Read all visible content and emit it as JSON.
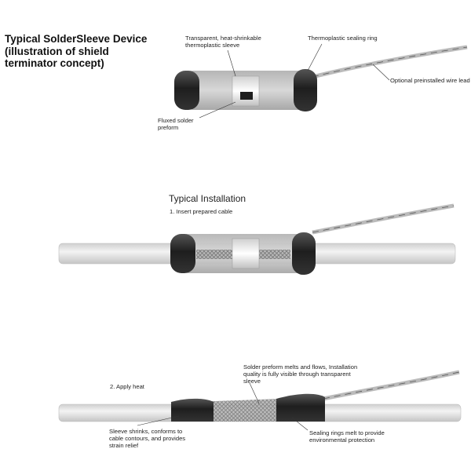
{
  "title": "Typical SolderSleeve Device (illustration of shield terminator concept)",
  "figure1": {
    "label_sleeve": "Transparent, heat-shrinkable thermoplastic sleeve",
    "label_ring": "Thermoplastic sealing ring",
    "label_lead": "Optional preinstalled wire lead",
    "label_preform": "Fluxed solder preform"
  },
  "figure2": {
    "heading": "Typical Installation",
    "step": "1. Insert prepared cable"
  },
  "figure3": {
    "step": "2. Apply heat",
    "label_melts": "Solder preform melts and flows, Installation quality is fully visible through transparent sleeve",
    "label_shrinks": "Sleeve shrinks, conforms to cable contours, and provides strain relief",
    "label_rings": "Sealing rings melt to provide environmental protection"
  },
  "colors": {
    "ring": "#2a2a2a",
    "sleeve": "#c9c9c9",
    "solder": "#f2f2f2",
    "cable": "#e6e6e6",
    "braid": "#9a9a9a"
  }
}
